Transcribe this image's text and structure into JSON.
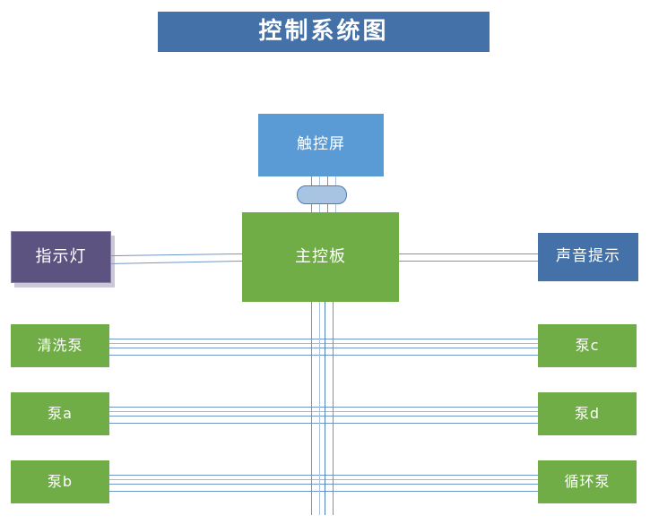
{
  "diagram": {
    "title": "控制系统图",
    "title_color": "#4472A8",
    "background": "#ffffff",
    "wire_color": "#6f96c9"
  },
  "nodes": {
    "touch_screen": {
      "label": "触控屏",
      "color": "#5B9BD5"
    },
    "main_board": {
      "label": "主控板",
      "color": "#70AD47"
    },
    "indicator_lamp": {
      "label": "指示灯",
      "color": "#5C5380"
    },
    "sound_prompt": {
      "label": "声音提示",
      "color": "#4472A8"
    }
  },
  "pumps_left": [
    {
      "label": "清洗泵",
      "color": "#70AD47"
    },
    {
      "label": "泵a",
      "color": "#70AD47"
    },
    {
      "label": "泵b",
      "color": "#70AD47"
    }
  ],
  "pumps_right": [
    {
      "label": "泵c",
      "color": "#70AD47"
    },
    {
      "label": "泵d",
      "color": "#70AD47"
    },
    {
      "label": "循环泵",
      "color": "#70AD47"
    }
  ],
  "connector": {
    "name": "ribbon-cable-connector",
    "fill": "#A8C4E2",
    "stroke": "#4A7EBB"
  }
}
